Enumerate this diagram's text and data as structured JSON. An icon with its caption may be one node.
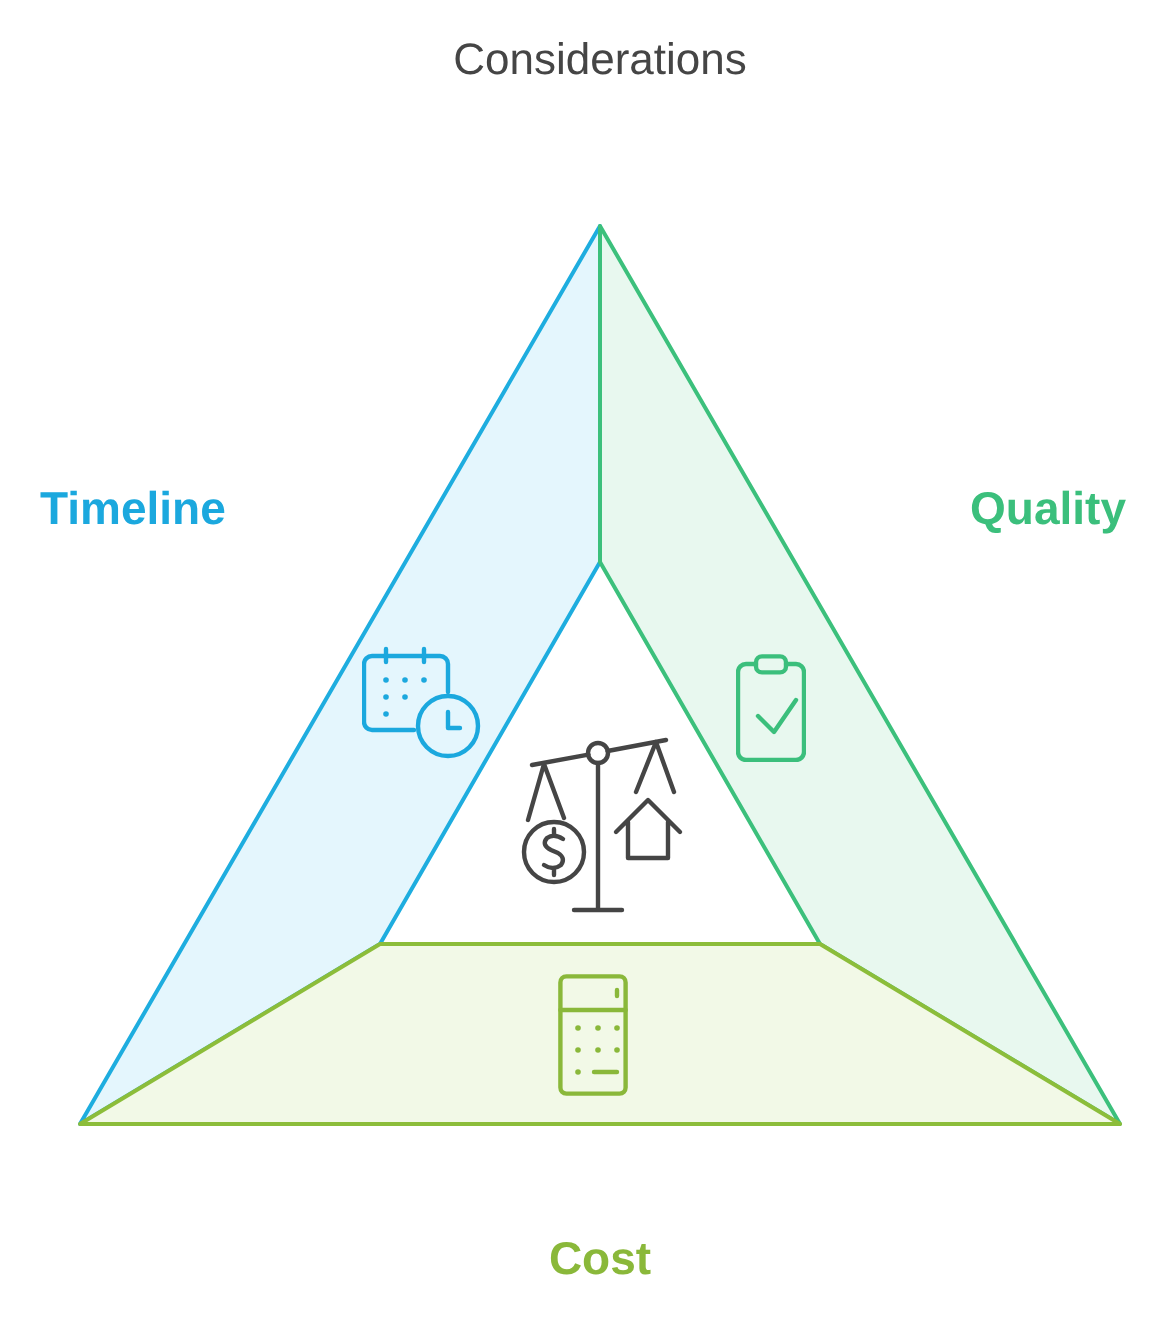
{
  "diagram": {
    "title": "Considerations",
    "nodes": [
      {
        "text": [
          "Timeline"
        ]
      },
      {
        "text": [
          "Quality"
        ]
      },
      {
        "text": [
          "Cost"
        ]
      }
    ]
  }
}
